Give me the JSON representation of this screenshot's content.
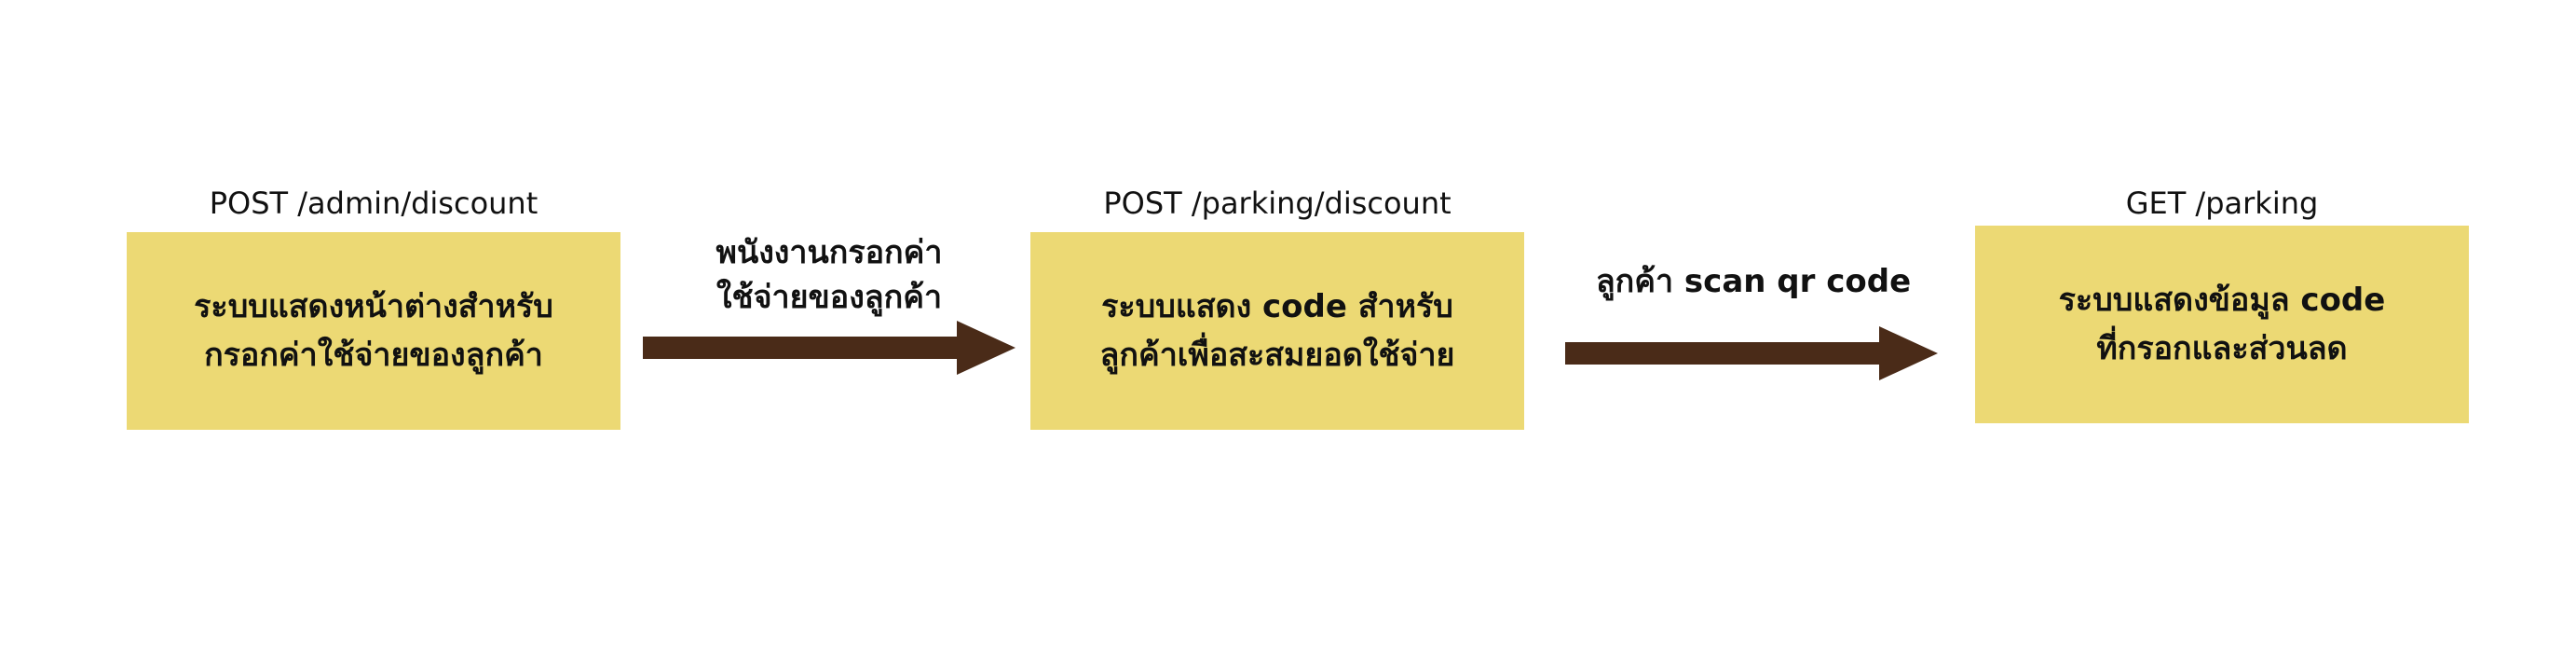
{
  "colors": {
    "box_fill": "#ecd974",
    "arrow_fill": "#4a2b18",
    "text": "#111111",
    "background": "#ffffff"
  },
  "steps": [
    {
      "endpoint": "POST /admin/discount",
      "lines": [
        "ระบบแสดงหน้าต่างสำหรับ",
        "กรอกค่าใช้จ่ายของลูกค้า"
      ]
    },
    {
      "endpoint": "POST /parking/discount",
      "lines": [
        "ระบบแสดง code สำหรับ",
        "ลูกค้าเพื่อสะสมยอดใช้จ่าย"
      ]
    },
    {
      "endpoint": "GET /parking",
      "lines": [
        "ระบบแสดงข้อมูล code",
        "ที่กรอกและส่วนลด"
      ]
    }
  ],
  "transitions": [
    {
      "lines": [
        "พนังงานกรอกค่า",
        "ใช้จ่ายของลูกค้า"
      ]
    },
    {
      "lines": [
        "ลูกค้า scan qr code"
      ]
    }
  ]
}
